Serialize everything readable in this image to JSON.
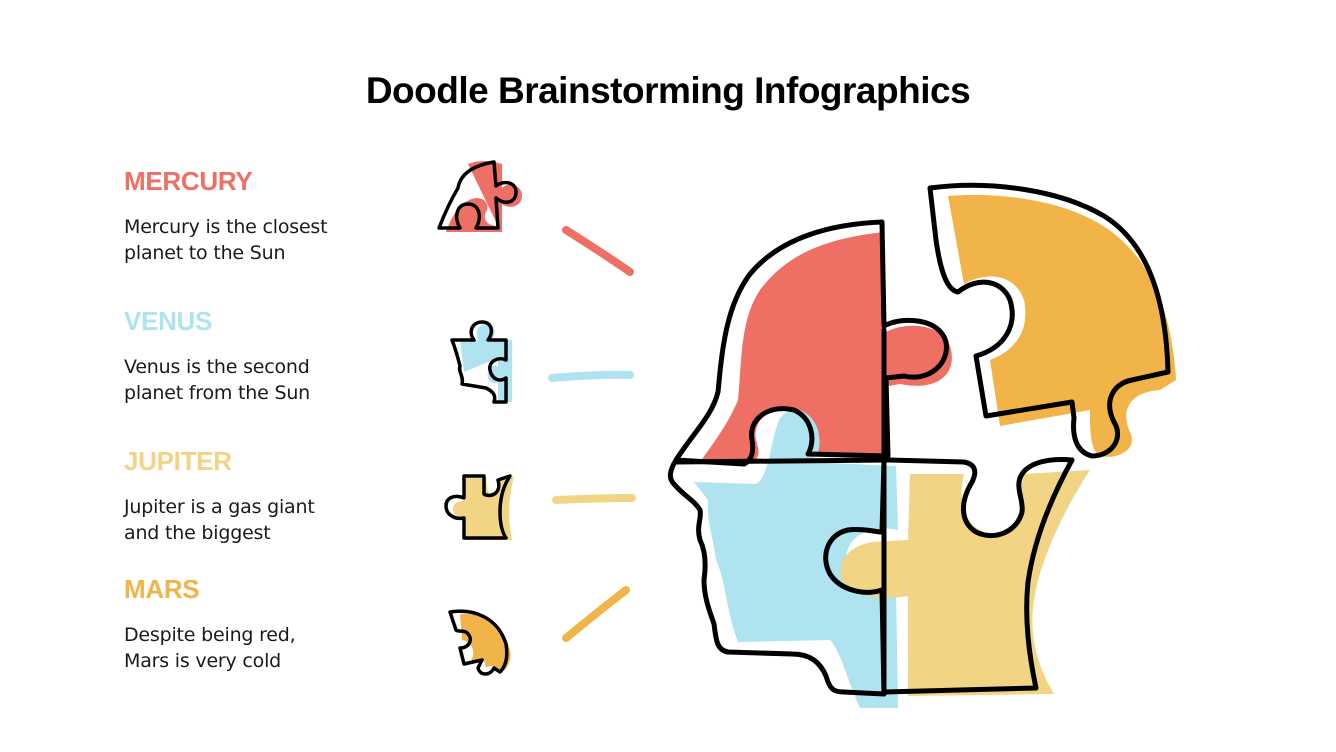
{
  "title": "Doodle Brainstorming Infographics",
  "colors": {
    "mercury": "#EE6F63",
    "venus": "#AEE3EF",
    "jupiter": "#F1D585",
    "mars": "#F1B448",
    "outline": "#000000"
  },
  "items": [
    {
      "heading": "MERCURY",
      "desc_line1": "Mercury is the closest",
      "desc_line2": "planet to the Sun",
      "color": "#EE6F63",
      "icon": "puzzle-piece-red-icon"
    },
    {
      "heading": "VENUS",
      "desc_line1": "Venus is the second",
      "desc_line2": "planet from the Sun",
      "color": "#AEE3EF",
      "icon": "puzzle-piece-blue-icon"
    },
    {
      "heading": "JUPITER",
      "desc_line1": "Jupiter is a gas giant",
      "desc_line2": "and the biggest",
      "color": "#F1D585",
      "icon": "puzzle-piece-yellow-icon"
    },
    {
      "heading": "MARS",
      "desc_line1": "Despite being red,",
      "desc_line2": "Mars is very cold",
      "color": "#F1B448",
      "icon": "puzzle-piece-orange-icon"
    }
  ],
  "illustration": {
    "name": "head-puzzle-illustration",
    "pieces": [
      "red-top-front",
      "orange-top-back",
      "blue-face",
      "yellow-back"
    ]
  }
}
